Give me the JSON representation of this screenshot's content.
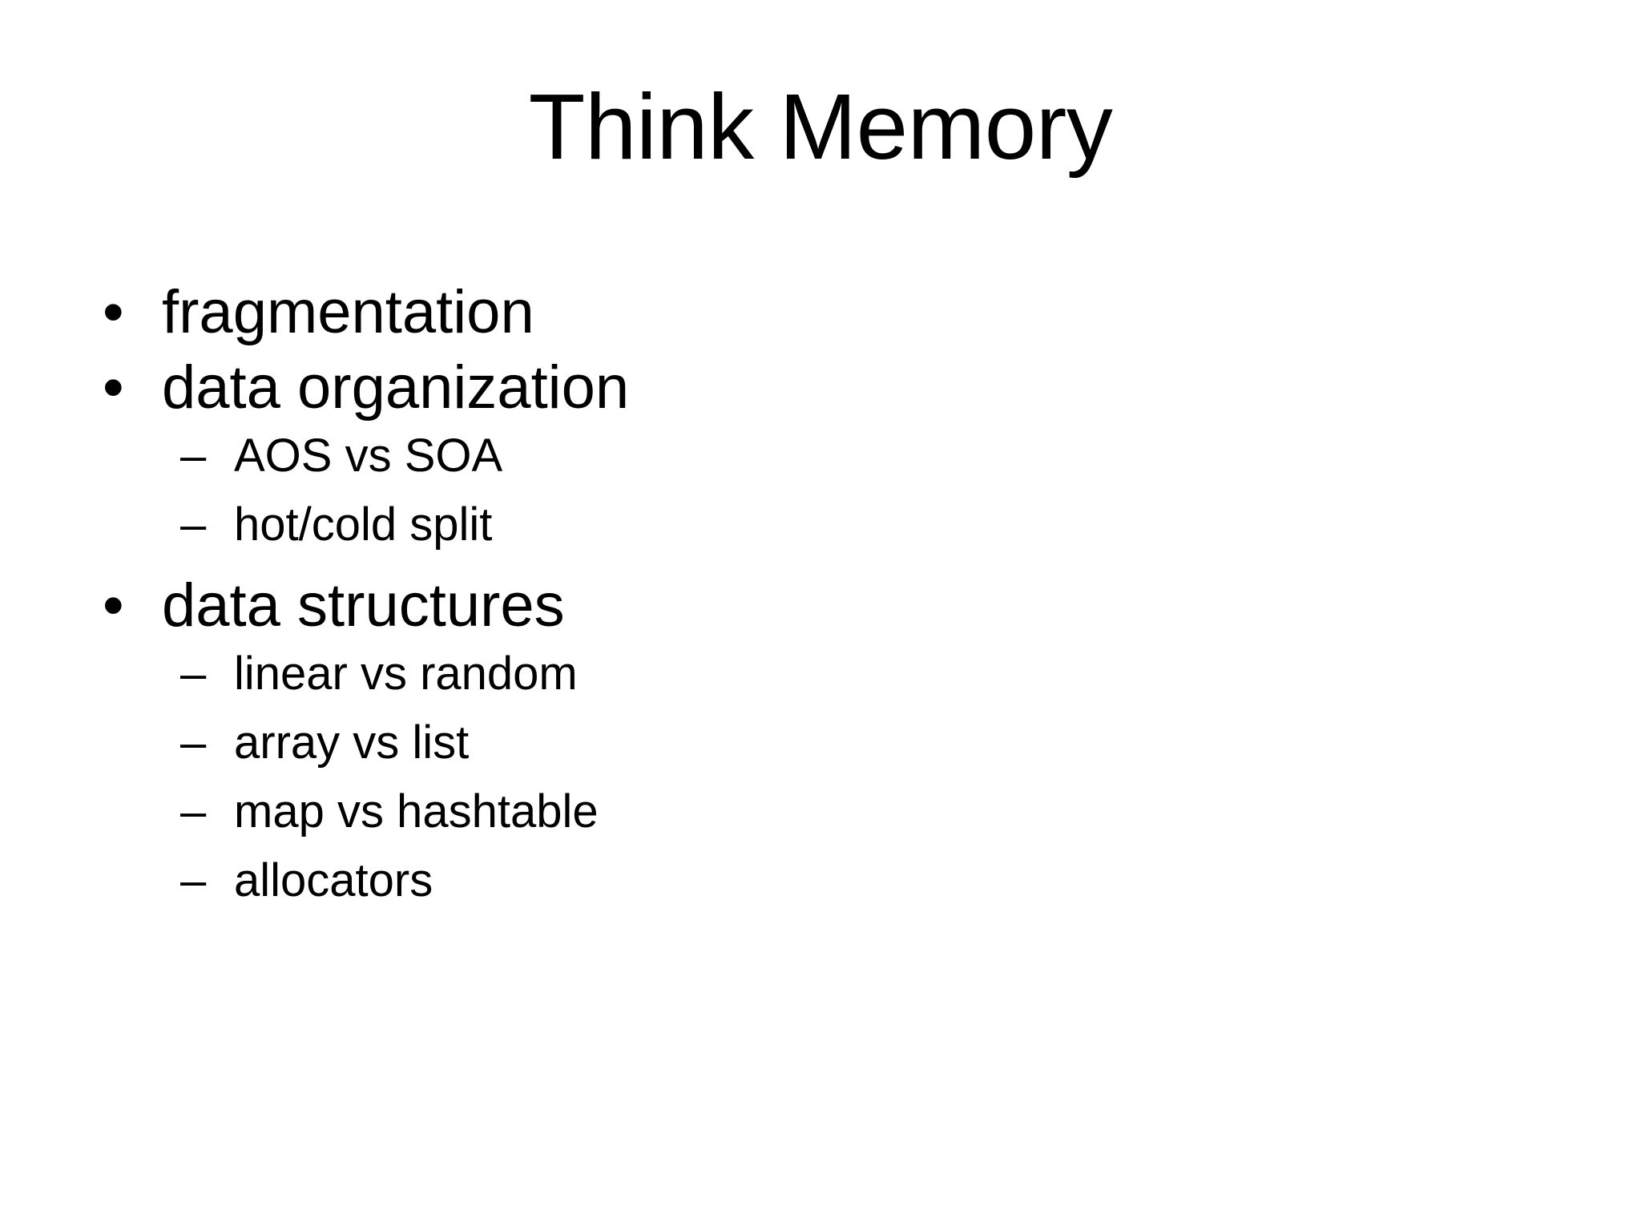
{
  "slide": {
    "title": "Think Memory",
    "background_color": "#ffffff",
    "text_color": "#000000",
    "level1_marker": "•",
    "level2_marker": "–",
    "outline": [
      {
        "level": 1,
        "text": "fragmentation",
        "marker": "•"
      },
      {
        "level": 1,
        "text": "data organization",
        "marker": "•"
      },
      {
        "level": 2,
        "text": "AOS vs SOA",
        "marker": "–"
      },
      {
        "level": 2,
        "text": "hot/cold split",
        "marker": "–"
      },
      {
        "level": 1,
        "text": "data structures",
        "marker": "•"
      },
      {
        "level": 2,
        "text": "linear vs random",
        "marker": "–"
      },
      {
        "level": 2,
        "text": "array vs list",
        "marker": "–"
      },
      {
        "level": 2,
        "text": "map vs hashtable",
        "marker": "–"
      },
      {
        "level": 2,
        "text": "allocators",
        "marker": "–"
      }
    ]
  }
}
